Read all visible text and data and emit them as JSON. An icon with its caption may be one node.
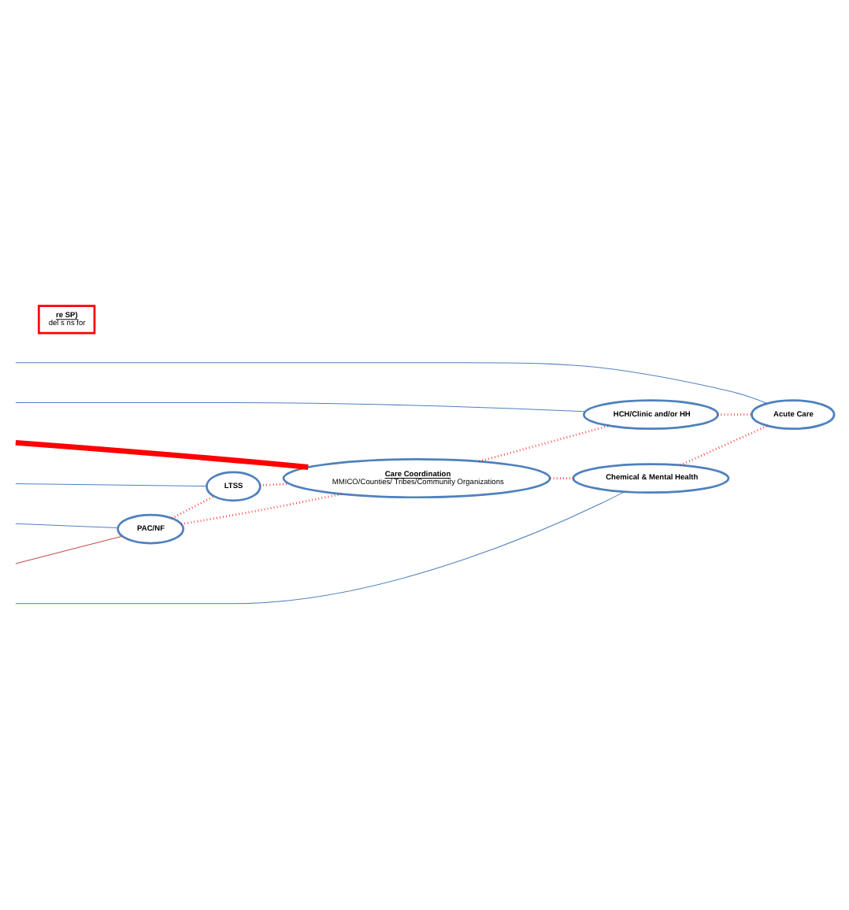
{
  "diagram": {
    "nodes": [
      {
        "text": [
          "PAC/NF"
        ]
      },
      {
        "text": [
          "LTSS"
        ]
      },
      {
        "text": [
          "Care Coordination",
          "MMICO/Counties/ Tribes/Community Organizations"
        ]
      },
      {
        "text": [
          "Chemical & Mental Health"
        ]
      },
      {
        "text": [
          "re SP)",
          "del s ns for"
        ]
      },
      {
        "text": [
          "HCH/Clinic and/or HH"
        ]
      },
      {
        "text": [
          "Acute Care"
        ]
      }
    ],
    "edges": [
      {
        "from": null,
        "to": 0,
        "arrow": "none",
        "color": "#c0504d"
      },
      {
        "from": null,
        "to": 0,
        "arrow": "none",
        "color": "#4f81bd"
      },
      {
        "from": null,
        "to": 1,
        "arrow": "none",
        "color": "#4f81bd"
      },
      {
        "from": 0,
        "to": 1,
        "arrow": "none",
        "style": "dashed",
        "color": "#ff0000"
      },
      {
        "from": 0,
        "to": 2,
        "arrow": "none",
        "style": "dashed",
        "color": "#ff0000"
      },
      {
        "from": null,
        "to": 2,
        "arrow": "none",
        "style": "thick",
        "color": "#ff0000"
      },
      {
        "from": 1,
        "to": 2,
        "arrow": "none",
        "style": "dashed",
        "color": "#ff0000"
      },
      {
        "from": 2,
        "to": 3,
        "arrow": "none",
        "style": "dashed",
        "color": "#ff0000"
      },
      {
        "from": null,
        "to": 3,
        "arrow": "none",
        "color": "#4f81bd"
      },
      {
        "from": 2,
        "to": 5,
        "arrow": "none",
        "style": "dashed",
        "color": "#ff0000"
      },
      {
        "from": null,
        "to": 5,
        "arrow": "none",
        "color": "#4f81bd"
      },
      {
        "from": null,
        "to": 6,
        "arrow": "none",
        "color": "#4f81bd"
      },
      {
        "from": 5,
        "to": 6,
        "arrow": "none",
        "style": "dashed",
        "color": "#ff0000"
      },
      {
        "from": 3,
        "to": 6,
        "arrow": "none",
        "style": "dashed",
        "color": "#ff0000"
      }
    ]
  }
}
